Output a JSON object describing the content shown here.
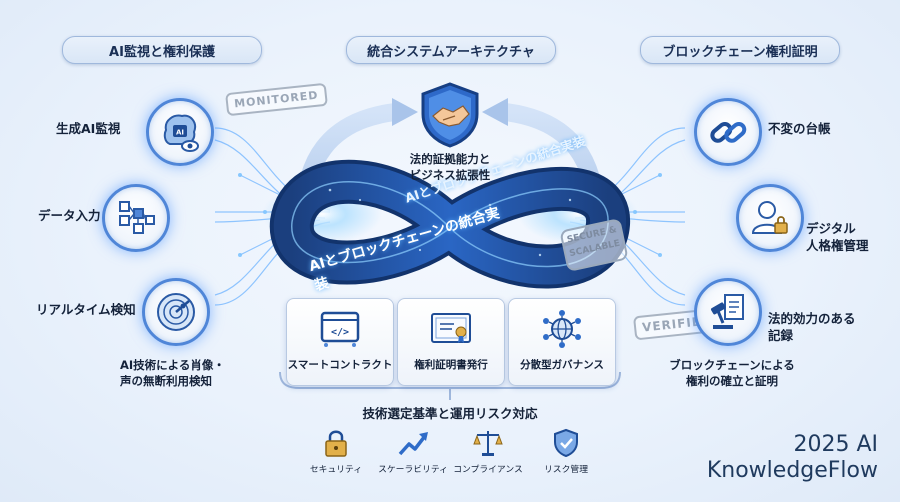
{
  "sections": {
    "left_title": "AI監視と権利保護",
    "center_title": "統合システムアーキテクチャ",
    "right_title": "ブロックチェーン権利証明"
  },
  "left_nodes": [
    {
      "label": "生成AI監視",
      "icon": "ai-brain-eye-icon",
      "chip": "AI"
    },
    {
      "label": "データ入力",
      "icon": "data-flow-icon"
    },
    {
      "label": "リアルタイム検知",
      "icon": "radar-icon"
    }
  ],
  "left_note": [
    "AI技術による肖像・",
    "声の無断利用検知"
  ],
  "right_nodes": [
    {
      "label": "不変の台帳",
      "icon": "chain-link-icon"
    },
    {
      "label": "デジタル\n人格権管理",
      "icon": "user-lock-icon"
    },
    {
      "label": "法的効力のある\n記録",
      "icon": "gavel-document-icon"
    }
  ],
  "right_note": [
    "ブロックチェーンによる",
    "権利の確立と証明"
  ],
  "stamps": {
    "monitored": "MONITORED",
    "verified": "VERIFIED",
    "secure": "SECURE &",
    "scalable": "SCALABLE"
  },
  "center": {
    "shield_caption": [
      "法的証拠能力と",
      "ビジネス拡張性"
    ],
    "loop_text_upper": "AIとブロックチェーンの統合実装",
    "loop_text_lower": "AIとブロックチェーンの統合実装"
  },
  "cards": [
    {
      "label": "スマートコントラクト",
      "icon": "code-window-icon"
    },
    {
      "label": "権利証明書発行",
      "icon": "certificate-icon"
    },
    {
      "label": "分散型ガバナンス",
      "icon": "network-globe-icon"
    }
  ],
  "risk": {
    "title": "技術選定基準と運用リスク対応",
    "items": [
      {
        "label": "セキュリティ",
        "icon": "padlock-icon"
      },
      {
        "label": "スケーラビリティ",
        "icon": "growth-arrow-icon"
      },
      {
        "label": "コンプライアンス",
        "icon": "scales-icon"
      },
      {
        "label": "リスク管理",
        "icon": "shield-check-icon"
      }
    ]
  },
  "brand": {
    "year": "2025 AI",
    "name": "KnowledgeFlow"
  },
  "colors": {
    "accent": "#3a7be0",
    "deep": "#14305f",
    "glow": "#7fc4ff"
  }
}
